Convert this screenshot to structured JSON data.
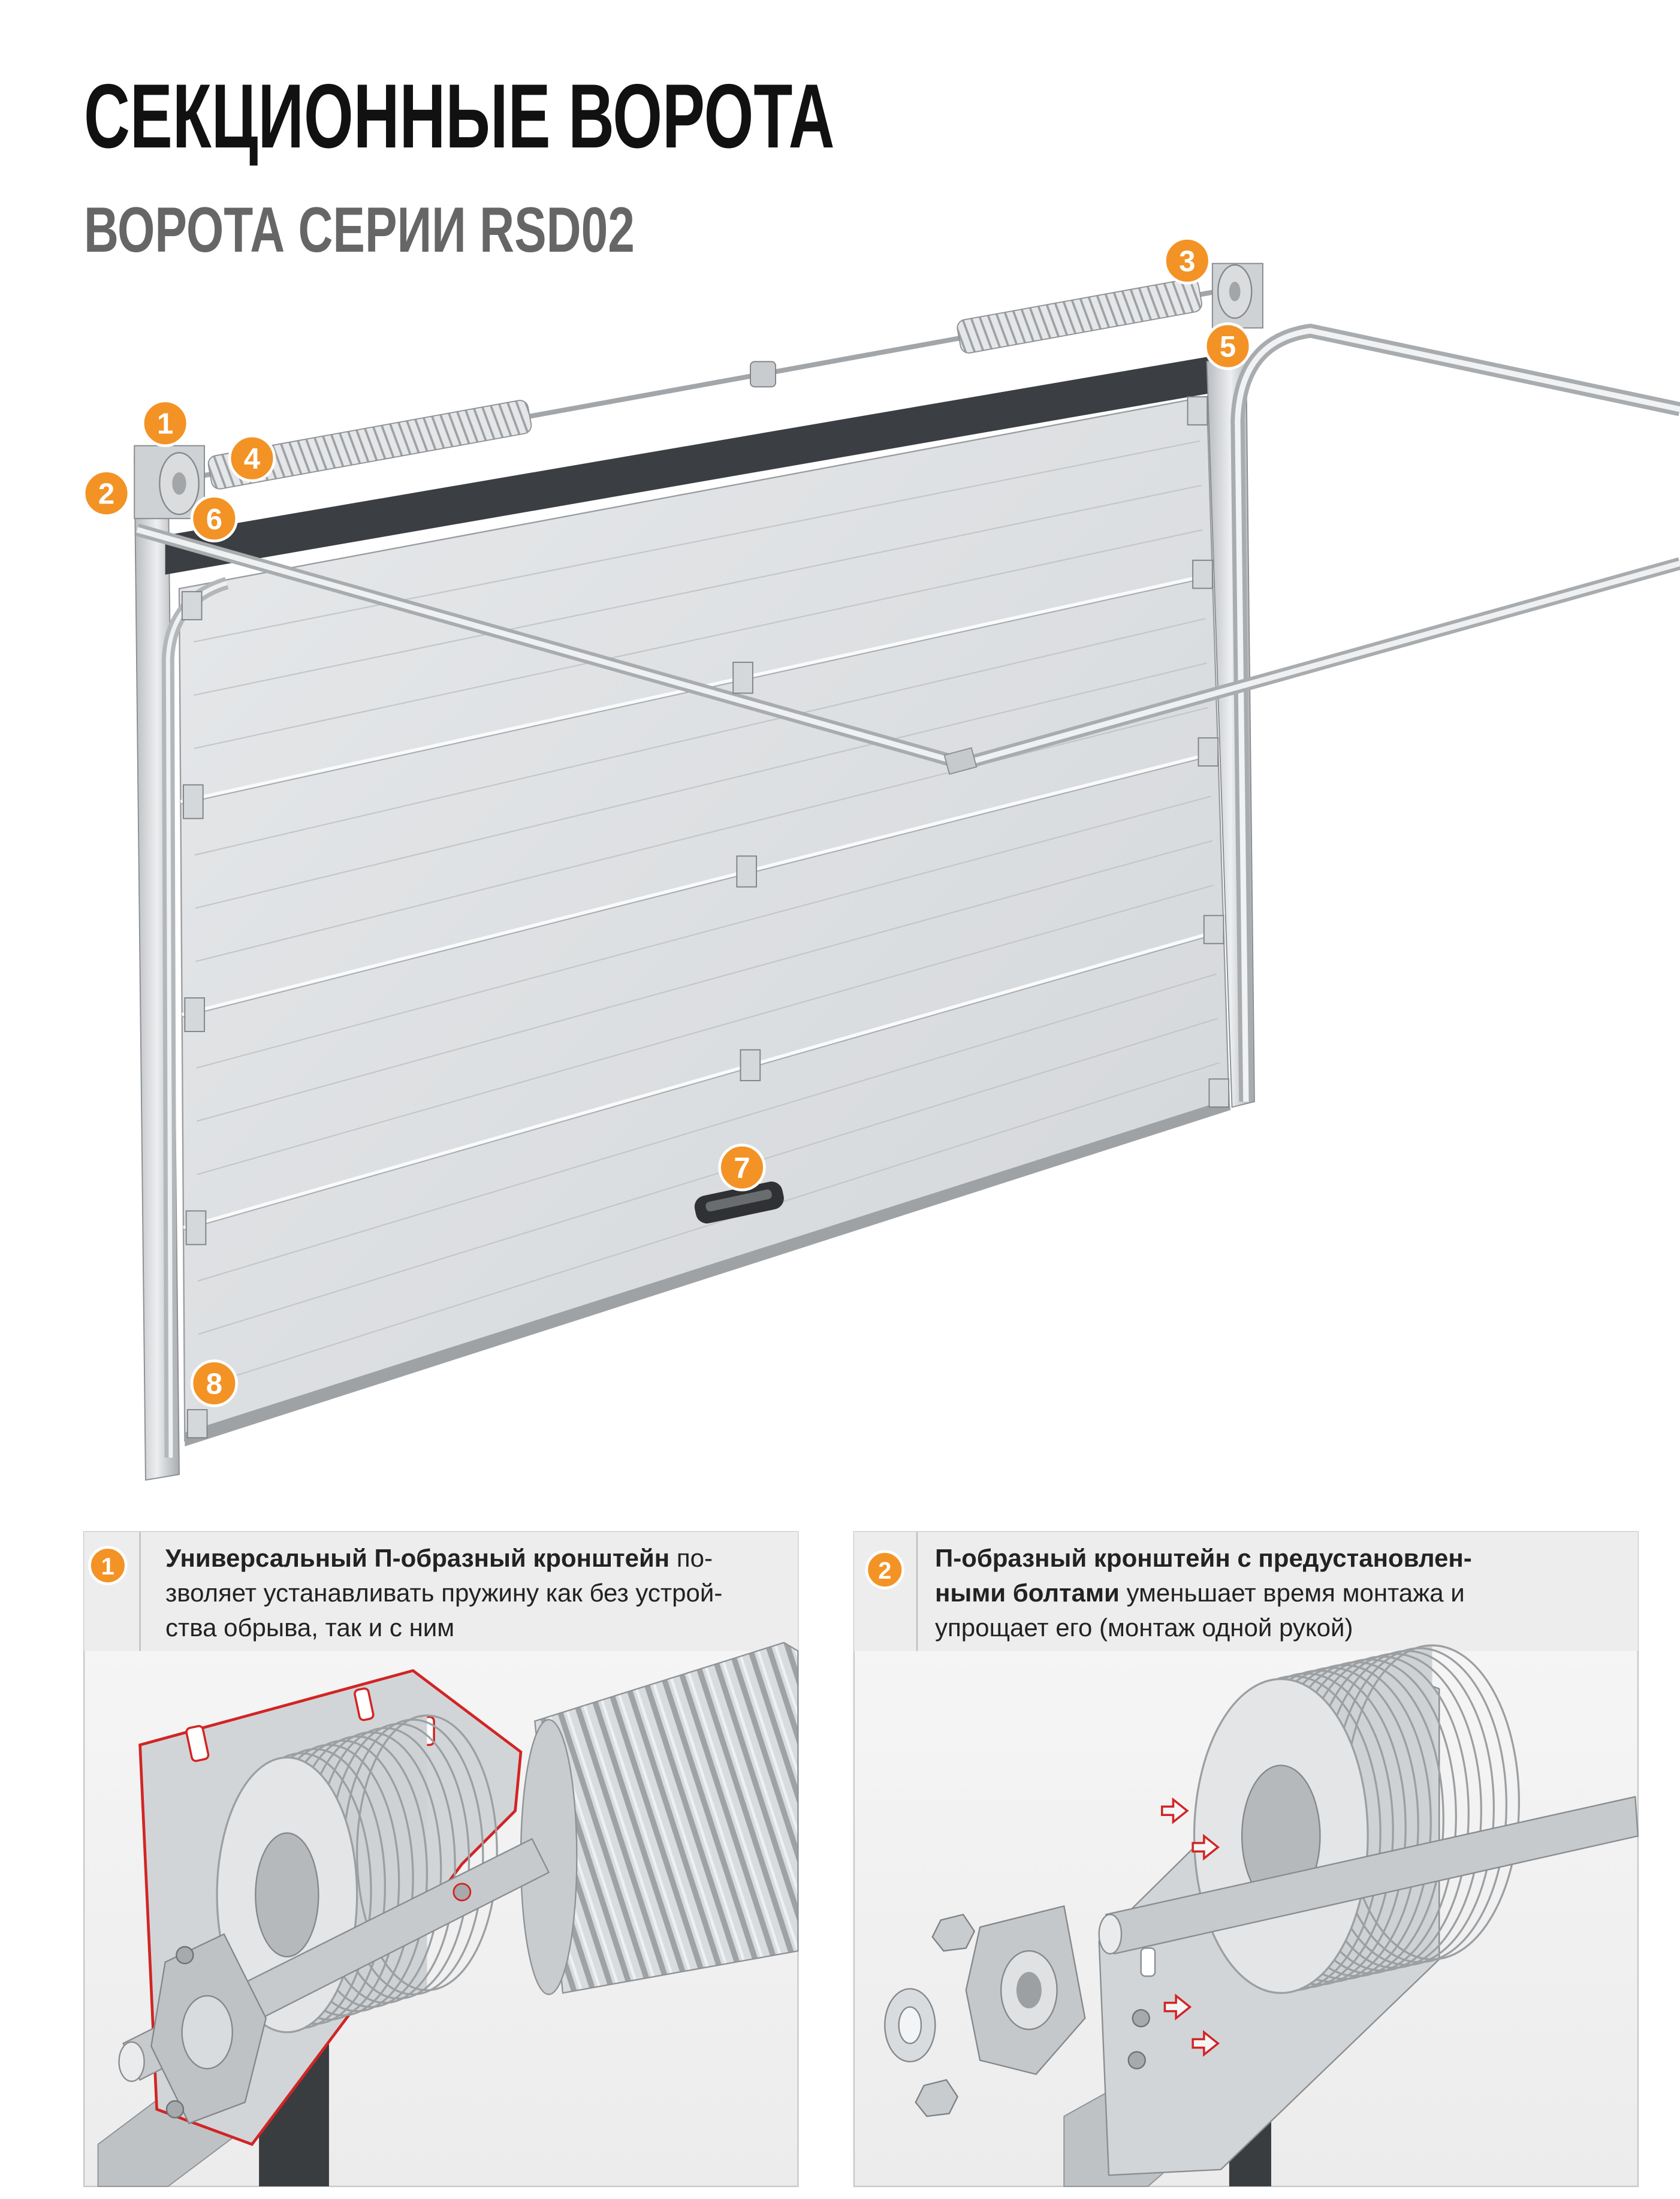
{
  "title": "СЕКЦИОННЫЕ ВОРОТА",
  "subtitle": "ВОРОТА СЕРИИ RSD02",
  "colors": {
    "accent": "#F39325",
    "title": "#111111",
    "subtitle": "#666666",
    "panel_header": "#EDEDED"
  },
  "markers": [
    "1",
    "2",
    "3",
    "4",
    "5",
    "6",
    "7",
    "8"
  ],
  "features": [
    {
      "number": "1",
      "lines": [
        {
          "bold": "Универсальный П-образный кронштейн",
          "text": " по-"
        },
        {
          "bold": "",
          "text": "зволяет устанавливать пружину как без устрой-"
        },
        {
          "bold": "",
          "text": "ства обрыва, так и с ним"
        }
      ]
    },
    {
      "number": "2",
      "lines": [
        {
          "bold": "П-образный кронштейн с предустановлен-",
          "text": ""
        },
        {
          "bold": "ными болтами",
          "text": " уменьшает время монтажа и"
        },
        {
          "bold": "",
          "text": "упрощает его (монтаж одной рукой)"
        }
      ]
    }
  ]
}
